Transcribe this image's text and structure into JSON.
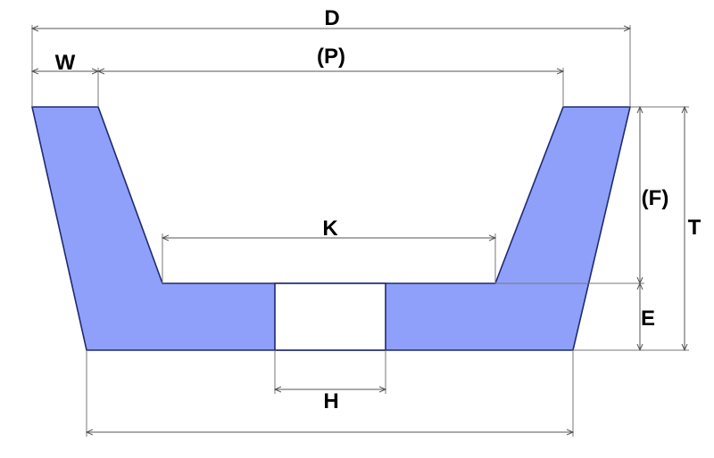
{
  "diagram": {
    "title": "",
    "labels": {
      "d": "D",
      "p": "(P)",
      "w": "W",
      "k": "K",
      "f": "(F)",
      "t": "T",
      "e": "E",
      "h": "H"
    },
    "colors": {
      "body_fill": "#8fa0fb",
      "outline": "#1f2a6e",
      "dimension_line": "#555555",
      "background": "#ffffff"
    }
  }
}
